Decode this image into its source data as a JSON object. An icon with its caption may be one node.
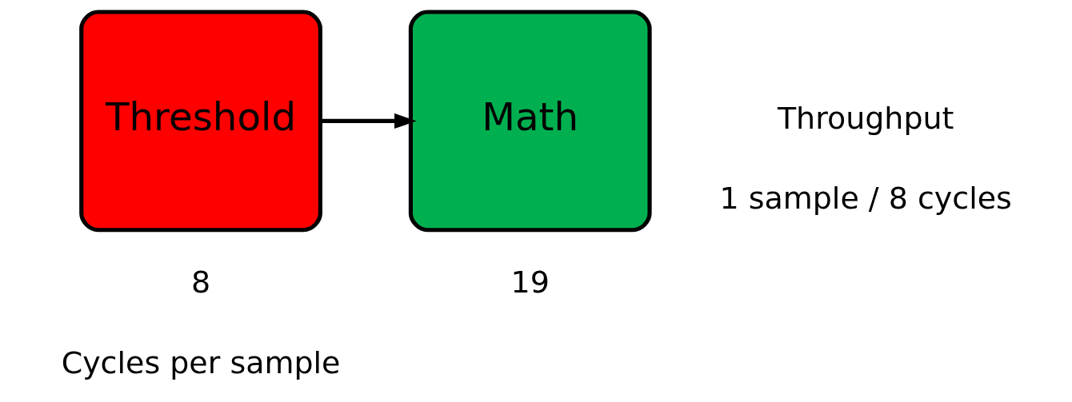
{
  "diagram": {
    "nodes": [
      {
        "text": [
          "Threshold"
        ],
        "beside": [
          "8"
        ]
      },
      {
        "text": [
          "Math"
        ],
        "beside": [
          "19"
        ]
      }
    ],
    "edges": [
      {
        "from": 0,
        "to": 1,
        "arrow": "to"
      }
    ],
    "labels": [
      "Cycles per sample",
      "Throughput",
      "1 sample / 8 cycles"
    ]
  }
}
